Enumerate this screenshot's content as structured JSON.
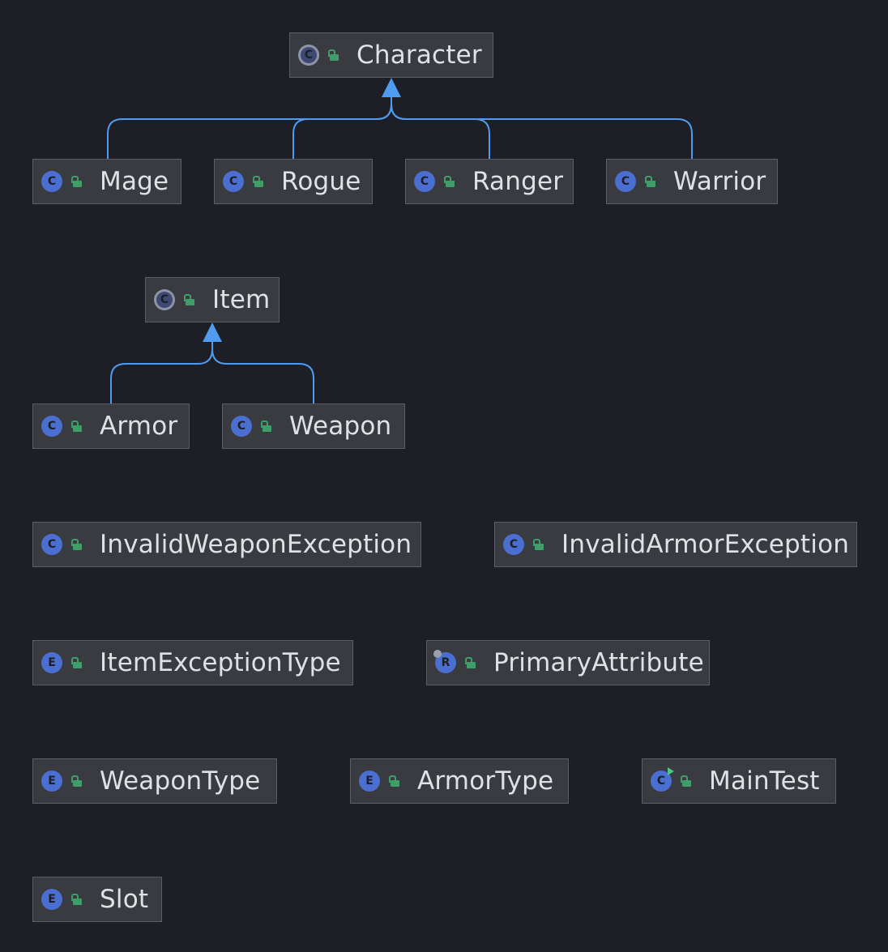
{
  "diagram": {
    "nodes": [
      {
        "id": "Character",
        "label": "Character",
        "kind": "C",
        "abstract": true
      },
      {
        "id": "Mage",
        "label": "Mage",
        "kind": "C"
      },
      {
        "id": "Rogue",
        "label": "Rogue",
        "kind": "C"
      },
      {
        "id": "Ranger",
        "label": "Ranger",
        "kind": "C"
      },
      {
        "id": "Warrior",
        "label": "Warrior",
        "kind": "C"
      },
      {
        "id": "Item",
        "label": "Item",
        "kind": "C",
        "abstract": true
      },
      {
        "id": "Armor",
        "label": "Armor",
        "kind": "C"
      },
      {
        "id": "Weapon",
        "label": "Weapon",
        "kind": "C"
      },
      {
        "id": "InvalidWeaponException",
        "label": "InvalidWeaponException",
        "kind": "C"
      },
      {
        "id": "InvalidArmorException",
        "label": "InvalidArmorException",
        "kind": "C"
      },
      {
        "id": "ItemExceptionType",
        "label": "ItemExceptionType",
        "kind": "E"
      },
      {
        "id": "PrimaryAttribute",
        "label": "PrimaryAttribute",
        "kind": "R"
      },
      {
        "id": "WeaponType",
        "label": "WeaponType",
        "kind": "E"
      },
      {
        "id": "ArmorType",
        "label": "ArmorType",
        "kind": "E"
      },
      {
        "id": "MainTest",
        "label": "MainTest",
        "kind": "C",
        "runnable": true
      },
      {
        "id": "Slot",
        "label": "Slot",
        "kind": "E"
      }
    ],
    "edges": [
      {
        "from": "Mage",
        "to": "Character",
        "type": "extends"
      },
      {
        "from": "Rogue",
        "to": "Character",
        "type": "extends"
      },
      {
        "from": "Ranger",
        "to": "Character",
        "type": "extends"
      },
      {
        "from": "Warrior",
        "to": "Character",
        "type": "extends"
      },
      {
        "from": "Armor",
        "to": "Item",
        "type": "extends"
      },
      {
        "from": "Weapon",
        "to": "Item",
        "type": "extends"
      }
    ],
    "icons": {
      "kind": "class-kind-icon",
      "visibility": "public-lock-icon"
    },
    "colors": {
      "background": "#1e1f26",
      "node_fill": "#393b40",
      "node_border": "#5a5d63",
      "edge": "#4f9bf0",
      "class_icon": "#4a6fd0",
      "visibility_icon": "#3f9d6a"
    }
  }
}
